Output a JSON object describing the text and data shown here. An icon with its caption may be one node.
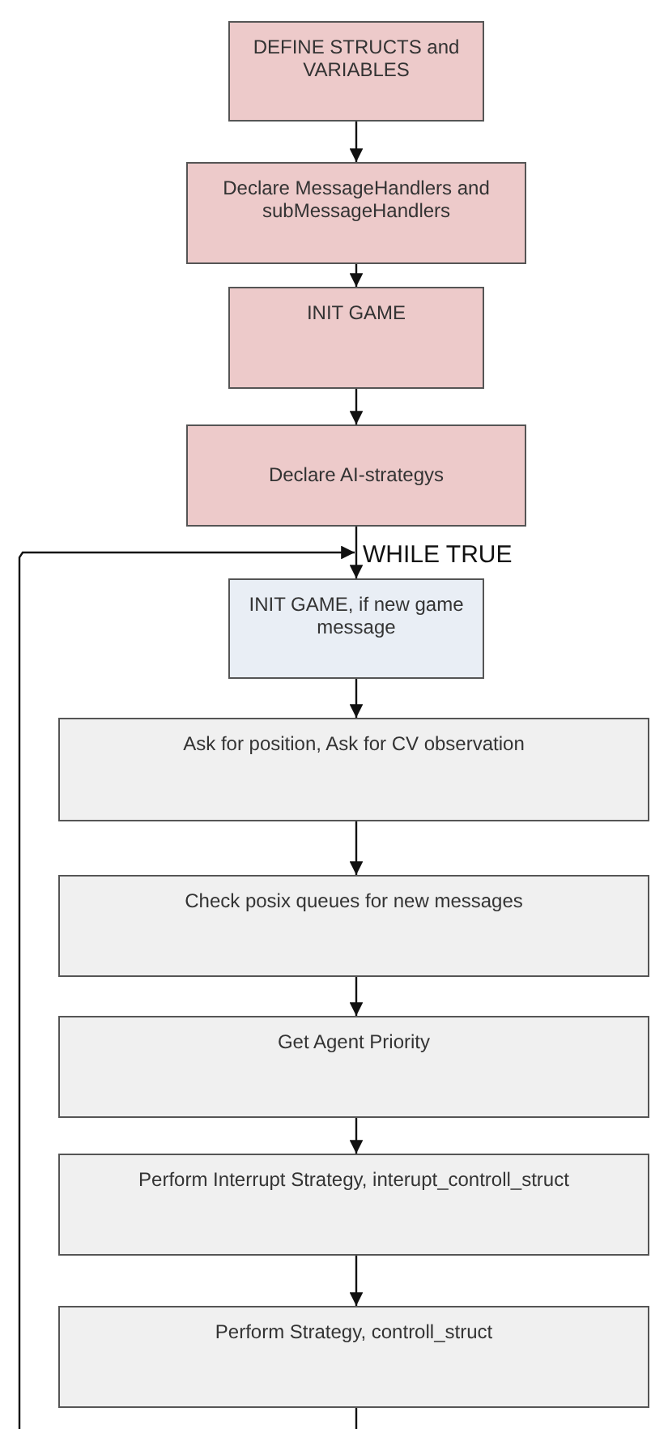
{
  "diagram": {
    "nodes": [
      {
        "text": [
          "DEFINE STRUCTS and VARIABLES"
        ]
      },
      {
        "text": [
          "Declare MessageHandlers and subMessageHandlers"
        ]
      },
      {
        "text": [
          "INIT GAME"
        ]
      },
      {
        "text": [
          "Declare AI-strategys"
        ]
      },
      {
        "text": [
          "INIT GAME, if new game message"
        ]
      },
      {
        "text": [
          "Ask for position, Ask for CV observation"
        ]
      },
      {
        "text": [
          "Check posix queues for new messages"
        ]
      },
      {
        "text": [
          "Get Agent Priority"
        ]
      },
      {
        "text": [
          "Perform Interrupt Strategy, interupt_controll_struct"
        ]
      },
      {
        "text": [
          "Perform Strategy, controll_struct"
        ]
      }
    ],
    "edges": [
      {
        "from": 0,
        "to": 1,
        "arrow": "to"
      },
      {
        "from": 1,
        "to": 2,
        "arrow": "to"
      },
      {
        "from": 2,
        "to": 3,
        "arrow": "to"
      },
      {
        "from": 3,
        "to": 4,
        "arrow": "to"
      },
      {
        "from": 4,
        "to": 5,
        "arrow": "to"
      },
      {
        "from": 5,
        "to": 6,
        "arrow": "to"
      },
      {
        "from": 6,
        "to": 7,
        "arrow": "to"
      },
      {
        "from": 7,
        "to": 8,
        "arrow": "to"
      },
      {
        "from": 8,
        "to": 9,
        "arrow": "to"
      },
      {
        "from": 9,
        "to": null,
        "arrow": "none"
      },
      {
        "from": null,
        "to": 4,
        "arrow": "to"
      }
    ],
    "labels": [
      "WHILE TRUE"
    ]
  }
}
